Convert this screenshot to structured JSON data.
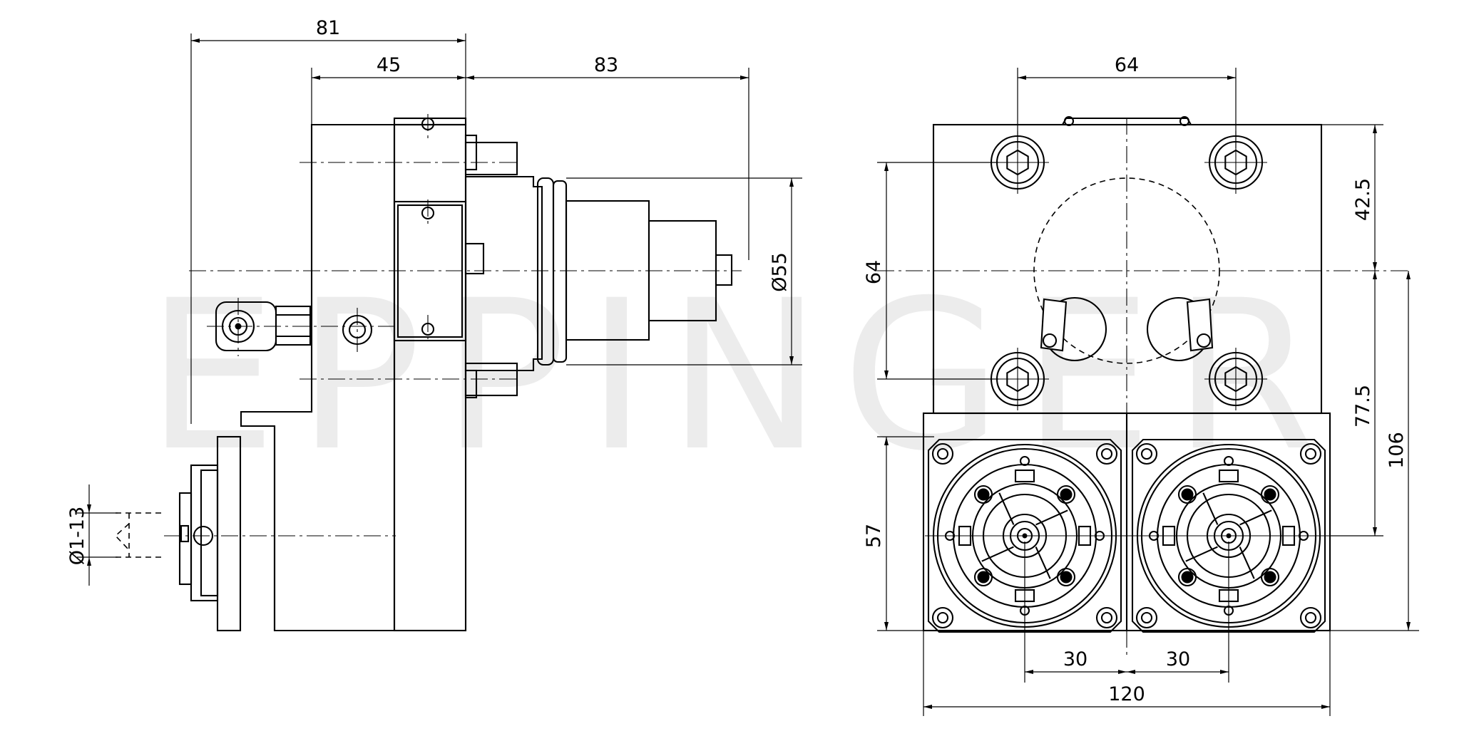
{
  "watermark": {
    "text": "EPPINGER"
  },
  "dimensions": {
    "side_overall_81": "81",
    "side_45": "45",
    "side_83": "83",
    "side_dia_55": "Ø55",
    "side_dia_1_13": "Ø1-13",
    "front_64_top": "64",
    "front_64_left": "64",
    "front_42_5": "42.5",
    "front_77_5": "77.5",
    "front_106": "106",
    "front_57": "57",
    "front_30_left": "30",
    "front_30_right": "30",
    "front_120": "120"
  }
}
